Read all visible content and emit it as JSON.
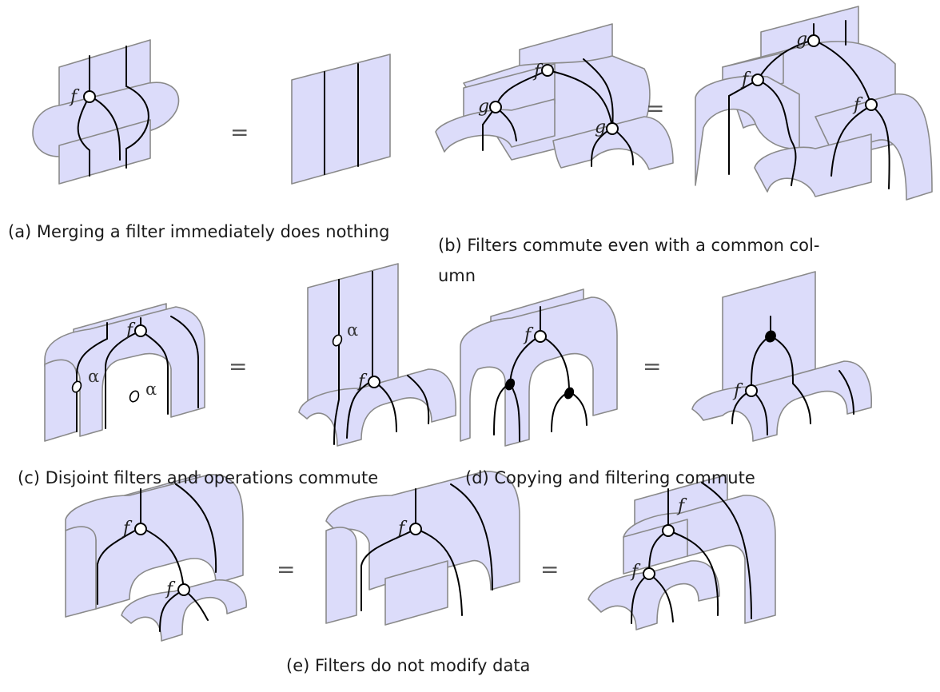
{
  "captions": {
    "a": "(a) Merging a filter immediately does nothing",
    "b_line1": "(b) Filters commute even with a common col-",
    "b_line2": "umn",
    "c": "(c) Disjoint filters and operations commute",
    "d": "(d) Copying and filtering commute",
    "e": "(e) Filters do not modify data"
  },
  "symbols": {
    "f": "f",
    "g": "g",
    "alpha": "α",
    "equals": "="
  },
  "colors": {
    "sheet_fill": "#dcdcfa",
    "sheet_stroke": "#8a8a8a",
    "wire": "#000000"
  }
}
